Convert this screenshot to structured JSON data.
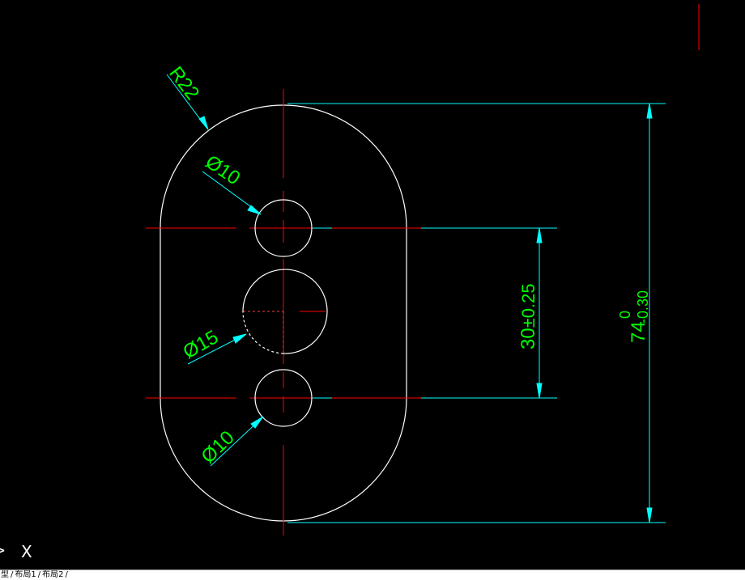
{
  "drawing": {
    "dimensions": {
      "radius": "R22",
      "hole_top": "Ø10",
      "hole_center": "Ø15",
      "hole_bottom": "Ø10",
      "spacing_main": "30",
      "spacing_tol": "±0.25",
      "length_main": "74",
      "length_tol_upper": "0",
      "length_tol_lower": "-0.30"
    },
    "colors": {
      "background": "#000000",
      "geometry": "#ffffff",
      "centerline": "#ff0000",
      "dim_line": "#00ffff",
      "dim_text": "#00ff00"
    }
  },
  "ucs": {
    "axis_label": "X",
    "icon": "ucs-axis-icon"
  },
  "layout_tabs": {
    "items": [
      {
        "label": "型"
      },
      {
        "label": "布局1"
      },
      {
        "label": "布局2"
      }
    ]
  }
}
